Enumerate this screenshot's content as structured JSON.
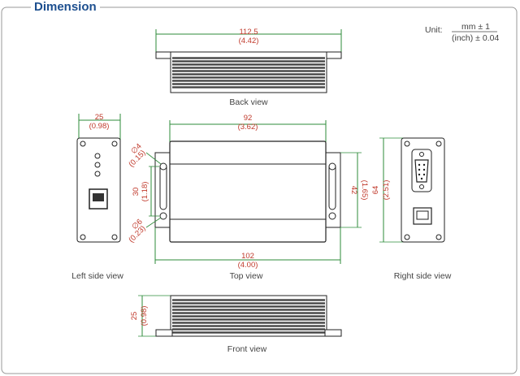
{
  "section_title": "Dimension",
  "unit": {
    "label": "Unit:",
    "top": "mm ± 1",
    "bottom": "(inch) ± 0.04"
  },
  "views": {
    "back": "Back view",
    "left": "Left side view",
    "top": "Top view",
    "right": "Right side view",
    "front": "Front view"
  },
  "dims": {
    "back_width_mm": "112.5",
    "back_width_in": "(4.42)",
    "left_width_mm": "25",
    "left_width_in": "(0.98)",
    "top_width_mm": "92",
    "top_width_in": "(3.62)",
    "top_total_mm": "102",
    "top_total_in": "(4.00)",
    "hole_big_mm": "∅4",
    "hole_big_in": "(0.15)",
    "hole_small_mm": "∅6",
    "hole_small_in": "(0.23)",
    "hole_pitch_mm": "30",
    "hole_pitch_in": "(1.18)",
    "inner_h_mm": "42",
    "inner_h_in": "(1.65)",
    "right_h_mm": "64",
    "right_h_in": "(2.51)",
    "front_h_mm": "25",
    "front_h_in": "(0.98)"
  },
  "colors": {
    "title": "#1d4f8f",
    "dimension": "#c0392b",
    "green": "#2e8b3a",
    "ink": "#222222"
  }
}
